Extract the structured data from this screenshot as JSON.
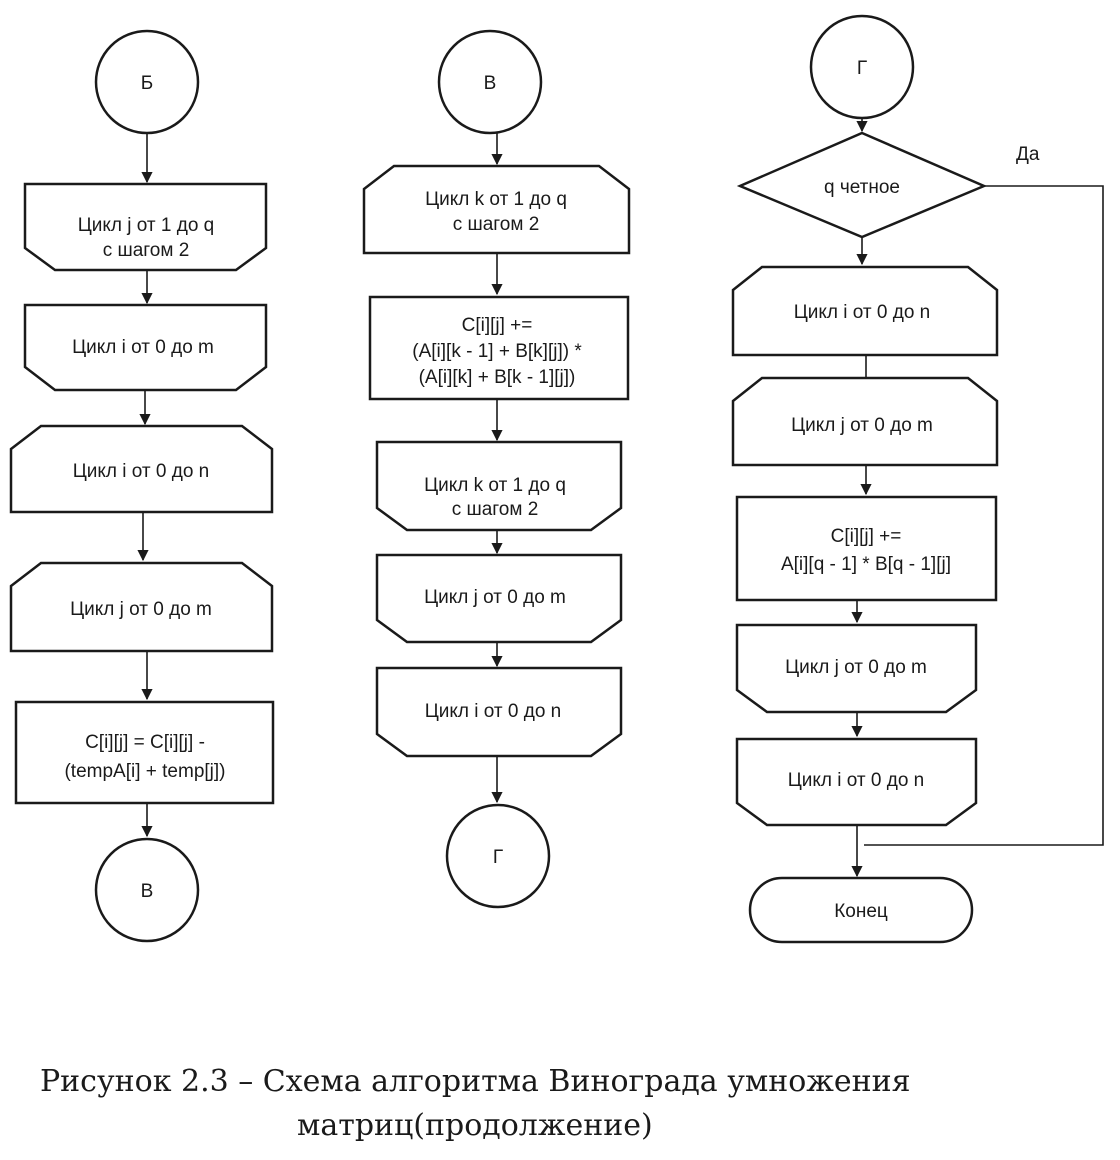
{
  "figure": {
    "caption_line1": "Рисунок 2.3 – Схема алгоритма Винограда умножения",
    "caption_line2": "матриц(продолжение)"
  },
  "columns": [
    {
      "nodes": [
        {
          "id": "b-connector",
          "kind": "connector",
          "lines": [
            "Б"
          ]
        },
        {
          "id": "b-loop-j-start",
          "kind": "loop-start",
          "lines": [
            "Цикл j от 1 до q",
            "с шагом 2"
          ]
        },
        {
          "id": "b-loop-i-m-start",
          "kind": "loop-start",
          "lines": [
            "Цикл i от 0 до m"
          ]
        },
        {
          "id": "b-loop-i-n-start",
          "kind": "loop-start",
          "lines": [
            "Цикл i от 0 до n"
          ]
        },
        {
          "id": "b-loop-j-m-start",
          "kind": "loop-start",
          "lines": [
            "Цикл j от 0 до m"
          ]
        },
        {
          "id": "b-process",
          "kind": "process",
          "lines": [
            "C[i][j] = C[i][j] -",
            "(tempA[i] + temp[j])"
          ]
        },
        {
          "id": "b-connector-v",
          "kind": "connector",
          "lines": [
            "В"
          ]
        }
      ]
    },
    {
      "nodes": [
        {
          "id": "v-connector",
          "kind": "connector",
          "lines": [
            "В"
          ]
        },
        {
          "id": "v-loop-k-start",
          "kind": "loop-start",
          "lines": [
            "Цикл k от 1 до q",
            "с шагом 2"
          ]
        },
        {
          "id": "v-process",
          "kind": "process",
          "lines": [
            "C[i][j] +=",
            "(A[i][k - 1] + B[k][j]) *",
            "(A[i][k] + B[k - 1][j])"
          ]
        },
        {
          "id": "v-loop-k-end",
          "kind": "loop-end",
          "lines": [
            "Цикл k от 1 до q",
            "с шагом 2"
          ]
        },
        {
          "id": "v-loop-j-end",
          "kind": "loop-end",
          "lines": [
            "Цикл j от 0 до m"
          ]
        },
        {
          "id": "v-loop-i-end",
          "kind": "loop-end",
          "lines": [
            "Цикл i от 0 до n"
          ]
        },
        {
          "id": "v-connector-g",
          "kind": "connector",
          "lines": [
            "Г"
          ]
        }
      ]
    },
    {
      "nodes": [
        {
          "id": "g-connector",
          "kind": "connector",
          "lines": [
            "Г"
          ]
        },
        {
          "id": "g-decision",
          "kind": "decision",
          "lines": [
            "q четное"
          ]
        },
        {
          "id": "g-loop-i-start",
          "kind": "loop-start",
          "lines": [
            "Цикл i от 0 до n"
          ]
        },
        {
          "id": "g-loop-j-start",
          "kind": "loop-start",
          "lines": [
            "Цикл j от 0 до m"
          ]
        },
        {
          "id": "g-process",
          "kind": "process",
          "lines": [
            "C[i][j] +=",
            "A[i][q - 1] * B[q - 1][j]"
          ]
        },
        {
          "id": "g-loop-j-end",
          "kind": "loop-end",
          "lines": [
            "Цикл j от 0 до m"
          ]
        },
        {
          "id": "g-loop-i-end",
          "kind": "loop-end",
          "lines": [
            "Цикл i от 0 до n"
          ]
        },
        {
          "id": "g-terminator",
          "kind": "terminator",
          "lines": [
            "Конец"
          ]
        }
      ],
      "decision_branch_label": "Да"
    }
  ]
}
